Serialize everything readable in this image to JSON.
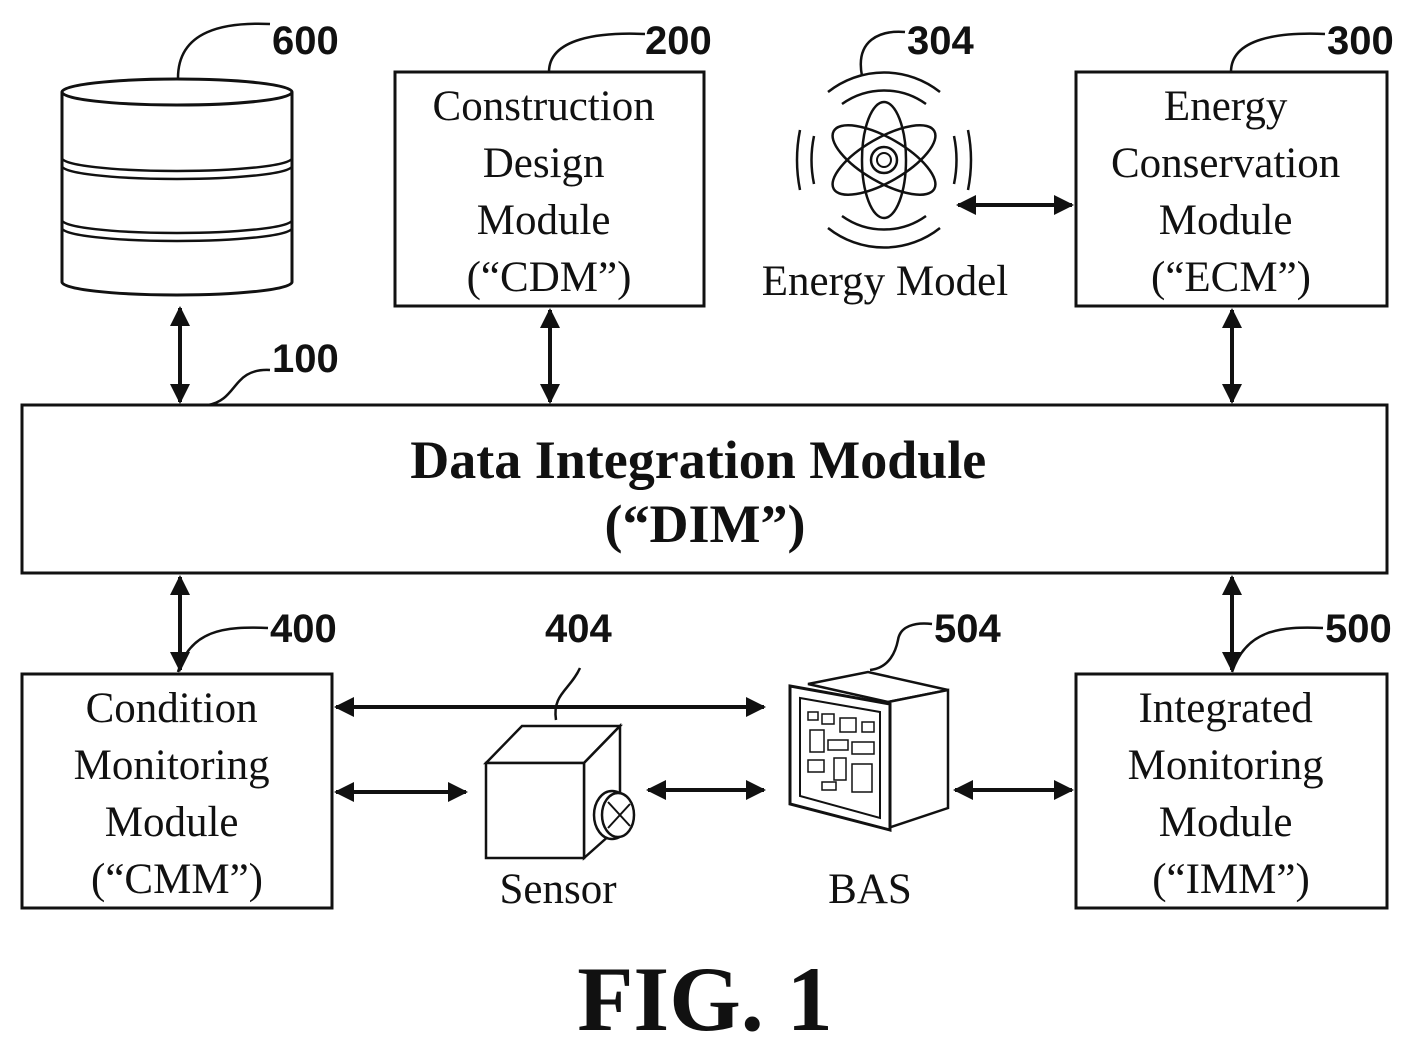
{
  "figure_label": "FIG. 1",
  "database": {
    "ref": "600"
  },
  "cdm": {
    "ref": "200",
    "lines": [
      "Construction",
      "Design",
      "Module",
      "(“CDM”)"
    ]
  },
  "energy_model": {
    "ref": "304",
    "label": "Energy Model"
  },
  "ecm": {
    "ref": "300",
    "lines": [
      "Energy",
      "Conservation",
      "Module",
      "(“ECM”)"
    ]
  },
  "dim": {
    "ref": "100",
    "lines": [
      "Data Integration Module",
      "(“DIM”)"
    ]
  },
  "cmm": {
    "ref": "400",
    "lines": [
      "Condition",
      "Monitoring",
      "Module",
      "(“CMM”)"
    ]
  },
  "sensor": {
    "ref": "404",
    "label": "Sensor"
  },
  "bas": {
    "ref": "504",
    "label": "BAS"
  },
  "imm": {
    "ref": "500",
    "lines": [
      "Integrated",
      "Monitoring",
      "Module",
      "(“IMM”)"
    ]
  },
  "colors": {
    "line": "#111111",
    "background": "#ffffff"
  },
  "icons": {
    "database": "database-icon",
    "energy_model": "atom-icon",
    "sensor": "sensor-icon",
    "bas": "control-panel-icon"
  }
}
